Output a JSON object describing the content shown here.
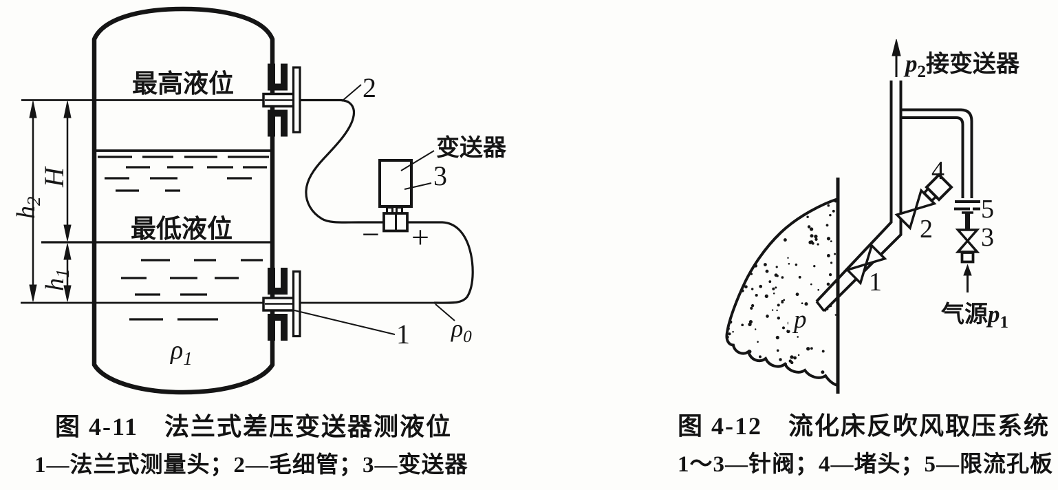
{
  "fig1": {
    "caption_title": "图 4-11　法兰式差压变送器测液位",
    "caption_legend": "1—法兰式测量头；2—毛细管；3—变送器",
    "max_level": "最高液位",
    "min_level": "最低液位",
    "transmitter": "变送器",
    "h2_base": "h",
    "h2_sub": "2",
    "H": "H",
    "h1_base": "h",
    "h1_sub": "1",
    "rho1_base": "ρ",
    "rho1_sub": "1",
    "rho0_base": "ρ",
    "rho0_sub": "0",
    "minus": "−",
    "plus": "+",
    "n1": "1",
    "n2": "2",
    "n3": "3"
  },
  "fig2": {
    "caption_title": "图 4-12　流化床反吹风取压系统",
    "caption_legend": "1～3—针阀；4—堵头；5—限流孔板",
    "p2_base": "p",
    "p2_sub": "2",
    "p2_text": "接变送器",
    "gas_text": "气源",
    "gas_base": "p",
    "gas_sub": "1",
    "p": "p",
    "n1": "1",
    "n2": "2",
    "n3": "3",
    "n4": "4",
    "n5": "5"
  },
  "colors": {
    "ink": "#151515",
    "paper": "#fdfdfb"
  }
}
